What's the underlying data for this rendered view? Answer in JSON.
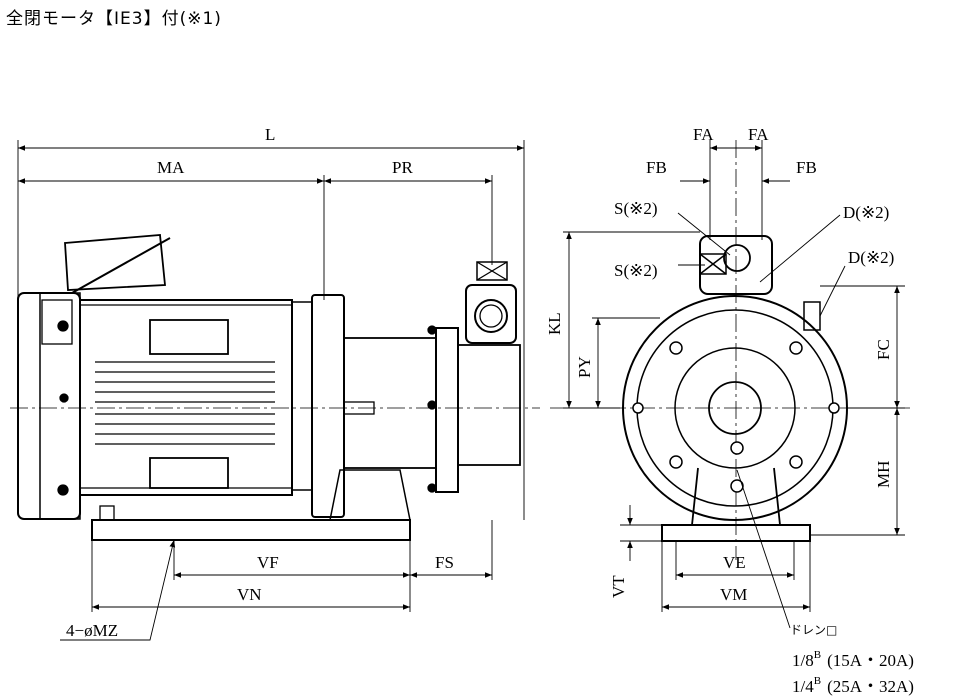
{
  "title": "全閉モータ【IE3】付(※1)",
  "dimensions": {
    "L": "L",
    "MA": "MA",
    "PR": "PR",
    "VF": "VF",
    "FS": "FS",
    "VN": "VN",
    "MZ": "4−øMZ",
    "FA_left": "FA",
    "FA_right": "FA",
    "FB_left": "FB",
    "FB_right": "FB",
    "KL": "KL",
    "PY": "PY",
    "FC": "FC",
    "MH": "MH",
    "VE": "VE",
    "VM": "VM",
    "VT": "VT"
  },
  "notes": {
    "S1": "S(※2)",
    "S2": "S(※2)",
    "D1": "D(※2)",
    "D2": "D(※2)",
    "drain": "ドレン□",
    "drain_line1_size": "1/8",
    "drain_line1_sup": "B",
    "drain_line1_spec": "(15A・20A)",
    "drain_line2_size": "1/4",
    "drain_line2_sup": "B",
    "drain_line2_spec": "(25A・32A)"
  }
}
